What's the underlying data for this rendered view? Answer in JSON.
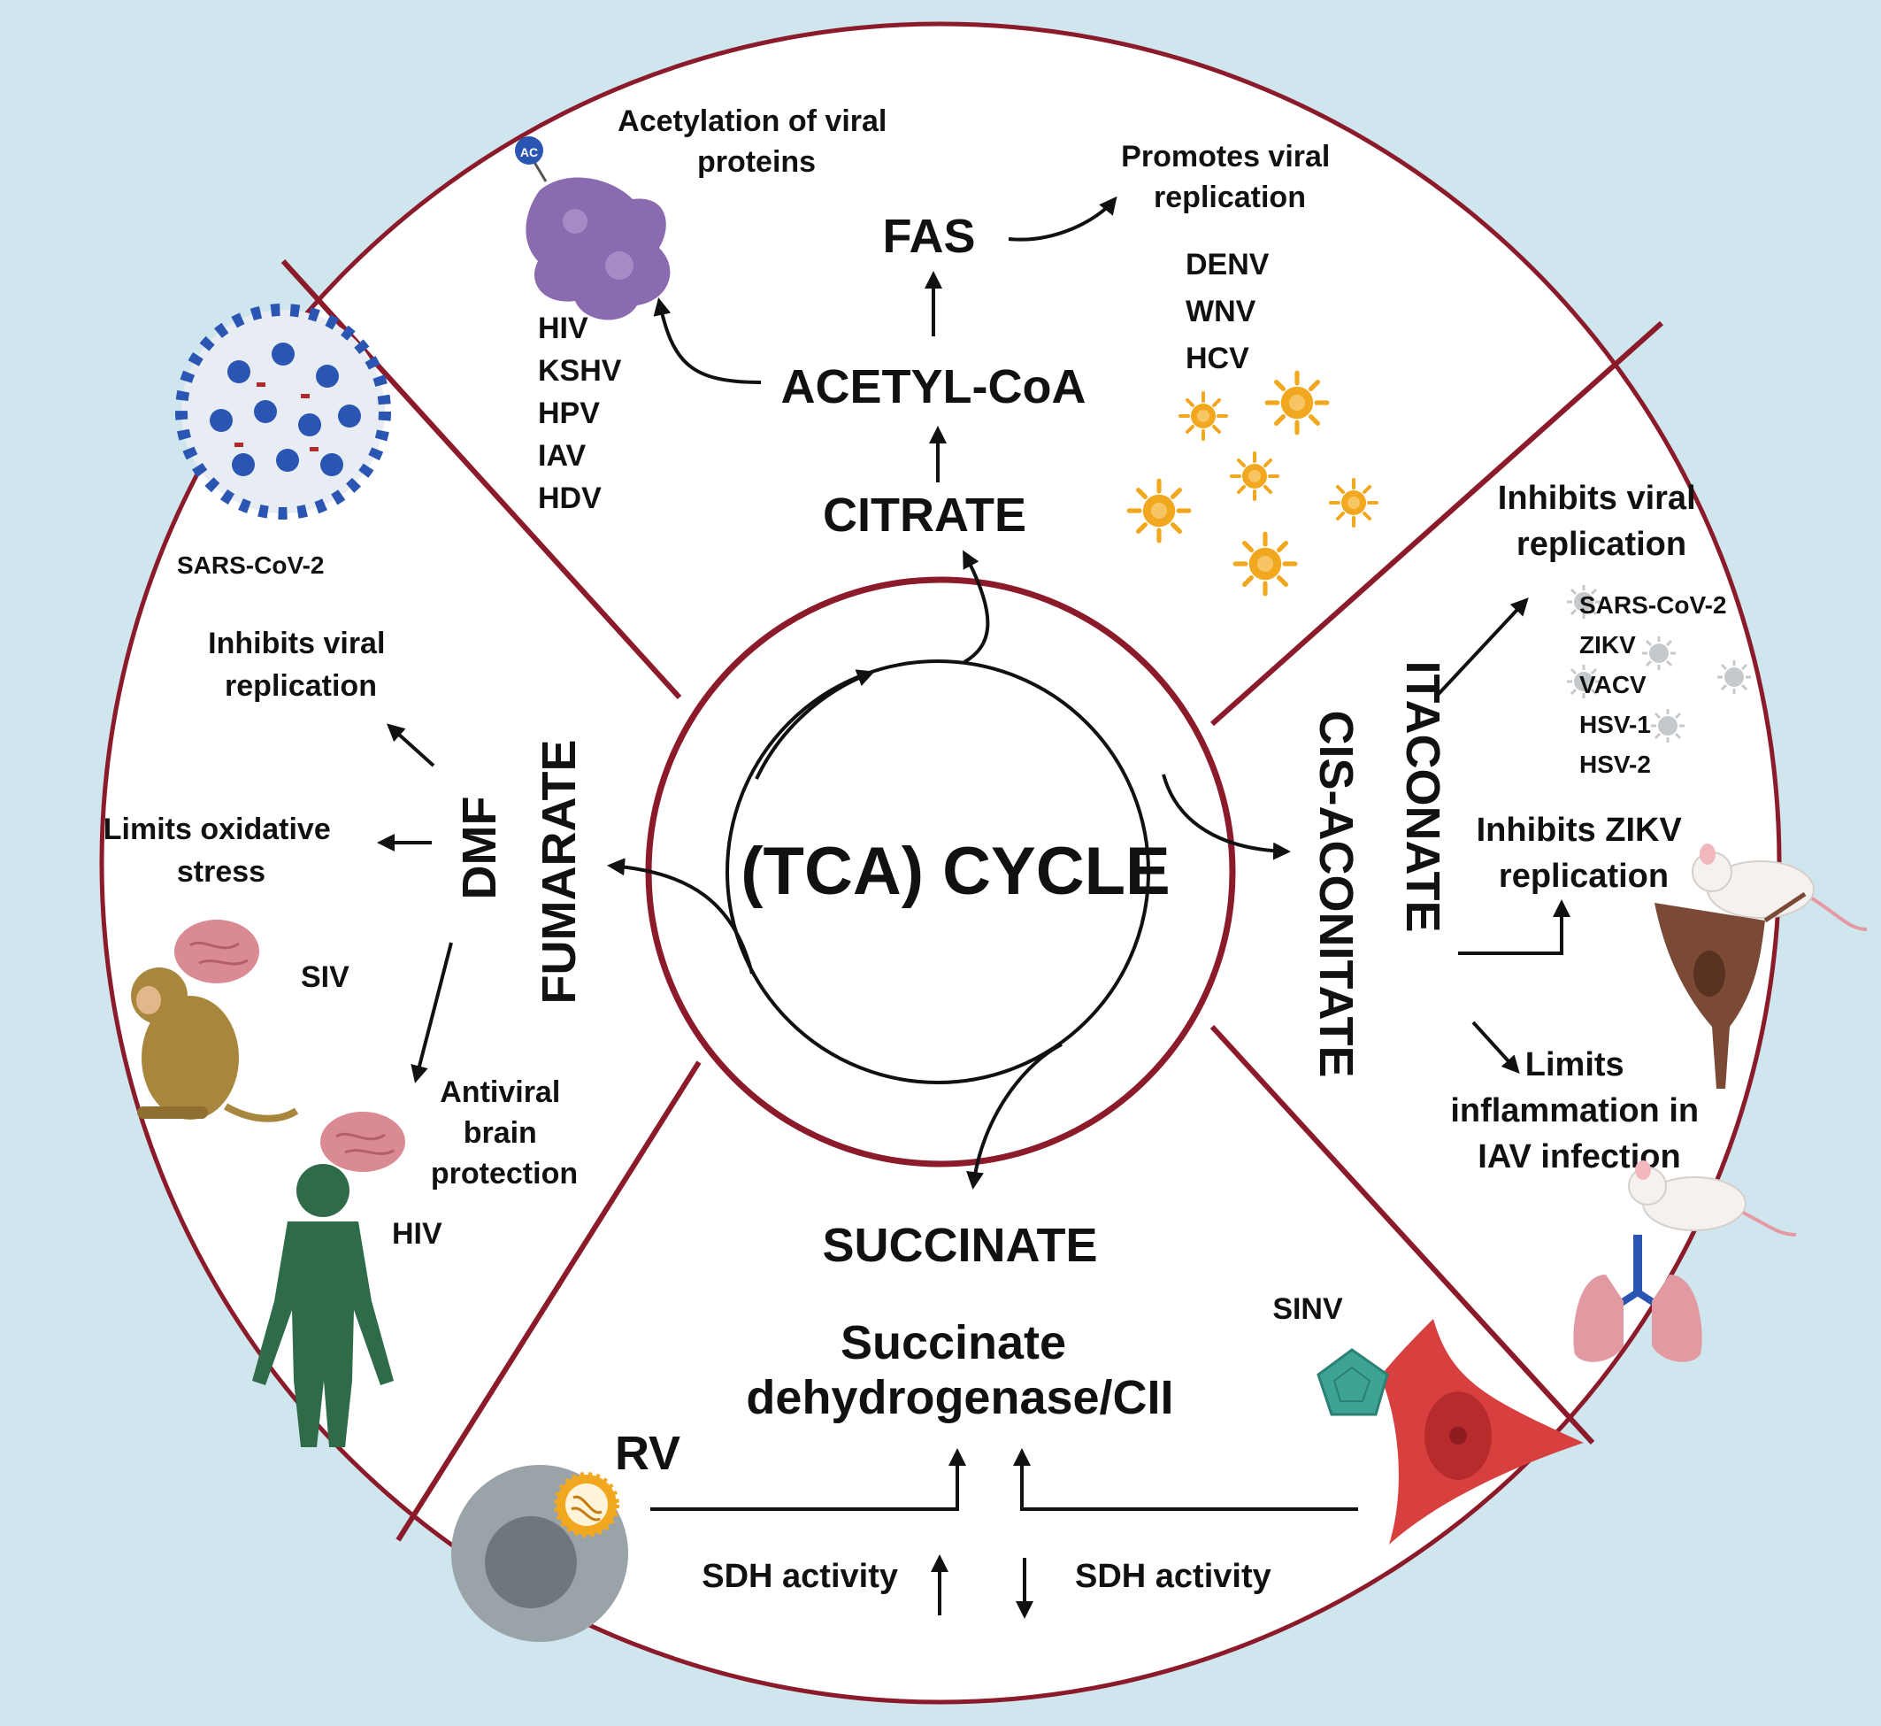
{
  "colors": {
    "background": "#cfe6ee",
    "ring": "#8b1a2a",
    "arrow": "#111111",
    "virus_orange": "#f2a81e",
    "virus_blue": "#2b55b3",
    "protein": "#8b6bb0",
    "brain": "#d98a92",
    "human": "#2f6b48",
    "monkey": "#a9863d",
    "cell_red": "#d8403f",
    "cell_gray": "#9aa3a8",
    "lung": "#e29aa2",
    "neuron": "#7a4a36"
  },
  "center": {
    "title": "(TCA) CYCLE"
  },
  "metabolites": {
    "citrate": "CITRATE",
    "acetyl_coa": "ACETYL-CoA",
    "fas": "FAS",
    "cis_aconitate": "CIS-ACONITATE",
    "itaconate": "ITACONATE",
    "fumarate": "FUMARATE",
    "dmf": "DMF",
    "succinate": "SUCCINATE"
  },
  "top": {
    "acetylation_line1": "Acetylation of viral",
    "acetylation_line2": "proteins",
    "acetyl_tag": "AC",
    "acetylation_viruses": [
      "HIV",
      "KSHV",
      "HPV",
      "IAV",
      "HDV"
    ],
    "fas_effect_line1": "Promotes viral",
    "fas_effect_line2": "replication",
    "fas_viruses": [
      "DENV",
      "WNV",
      "HCV"
    ]
  },
  "right": {
    "inhibits_line1": "Inhibits viral",
    "inhibits_line2": "replication",
    "inhibited_viruses": [
      "SARS-CoV-2",
      "ZIKV",
      "VACV",
      "HSV-1",
      "HSV-2"
    ],
    "zikv_line1": "Inhibits ZIKV",
    "zikv_line2": "replication",
    "inflam_line1": "Limits",
    "inflam_line2": "inflammation in",
    "inflam_line3": "IAV infection"
  },
  "left": {
    "sars_label": "SARS-CoV-2",
    "inhibits_line1": "Inhibits viral",
    "inhibits_line2": "replication",
    "oxidative_line1": "Limits oxidative",
    "oxidative_line2": "stress",
    "siv_label": "SIV",
    "brain_line1": "Antiviral",
    "brain_line2": "brain",
    "brain_line3": "protection",
    "hiv_label": "HIV"
  },
  "bottom": {
    "sdh_line1": "Succinate",
    "sdh_line2": "dehydrogenase/CII",
    "rv_label": "RV",
    "sinv_label": "SINV",
    "sdh_up_label": "SDH activity",
    "sdh_down_label": "SDH activity"
  }
}
